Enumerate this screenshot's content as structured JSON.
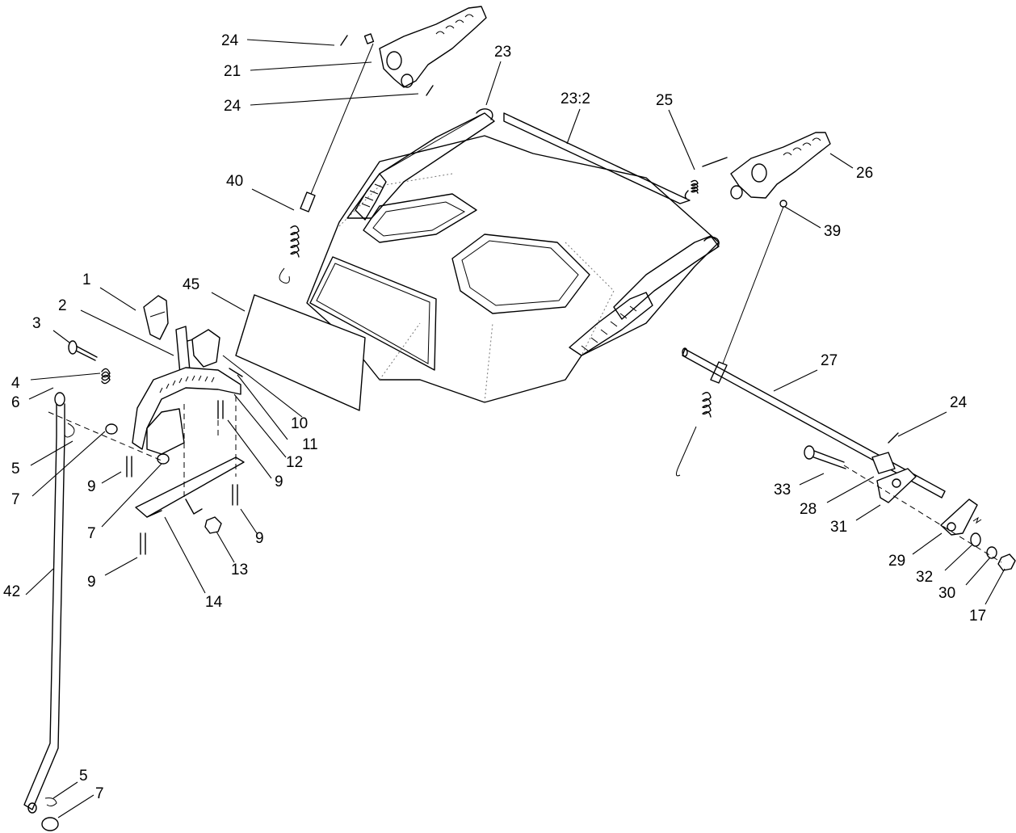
{
  "diagram": {
    "callouts": [
      "24",
      "21",
      "24",
      "40",
      "23",
      "23:2",
      "25",
      "26",
      "39",
      "1",
      "45",
      "2",
      "3",
      "4",
      "6",
      "5",
      "7",
      "9",
      "7",
      "9",
      "9",
      "10",
      "11",
      "12",
      "13",
      "14",
      "42",
      "9",
      "27",
      "24",
      "33",
      "28",
      "31",
      "29",
      "32",
      "30",
      "17",
      "5",
      "7"
    ]
  }
}
